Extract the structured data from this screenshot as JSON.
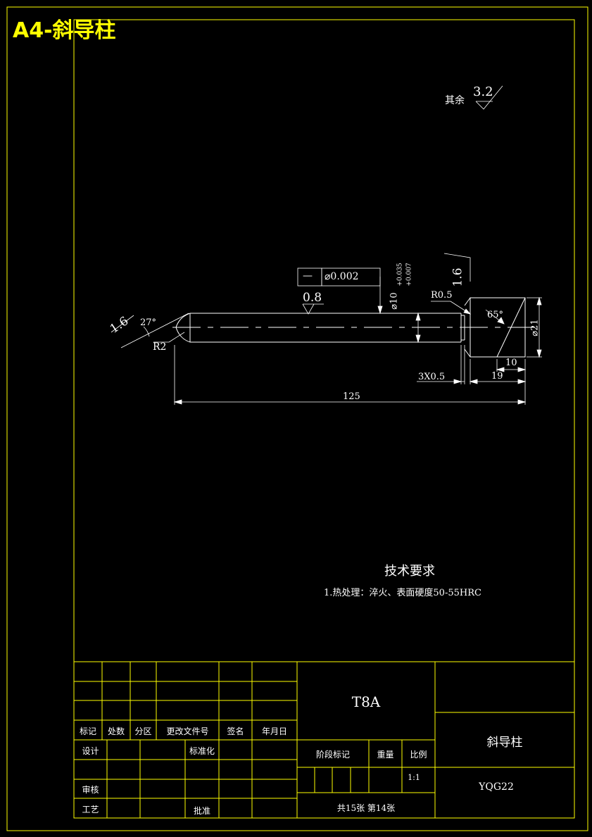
{
  "sheet_title": "A4-斜导柱",
  "surface_roughness": {
    "prefix": "其余",
    "value": "3.2"
  },
  "dimensions": {
    "chamfer_roughness_left": "1.6",
    "angle_left": "27°",
    "radius_left": "R2",
    "flatness_symbol": "—",
    "tolerance": "⌀0.002",
    "roughness_shaft": "0.8",
    "diameter_main": "⌀10",
    "diameter_tol_upper": "+0.035",
    "diameter_tol_lower": "+0.007",
    "roughness_head": "1.6",
    "radius_head": "R0.5",
    "angle_head": "65°",
    "diameter_head": "⌀21",
    "len_10": "10",
    "len_19": "19",
    "groove": "3X0.5",
    "len_total": "125"
  },
  "tech_requirements": {
    "heading": "技术要求",
    "item1": "1.热处理：淬火、表面硬度50-55HRC"
  },
  "title_block": {
    "mark": "标记",
    "count": "处数",
    "zone": "分区",
    "change_doc": "更改文件号",
    "signature": "签名",
    "date": "年月日",
    "design": "设计",
    "standardization": "标准化",
    "review": "审核",
    "process": "工艺",
    "approve": "批准",
    "material": "T8A",
    "stage_mark": "阶段标记",
    "weight": "重量",
    "scale_label": "比例",
    "scale": "1:1",
    "sheets": "共15张 第14张",
    "part_name": "斜导柱",
    "drawing_no": "YQG22"
  }
}
